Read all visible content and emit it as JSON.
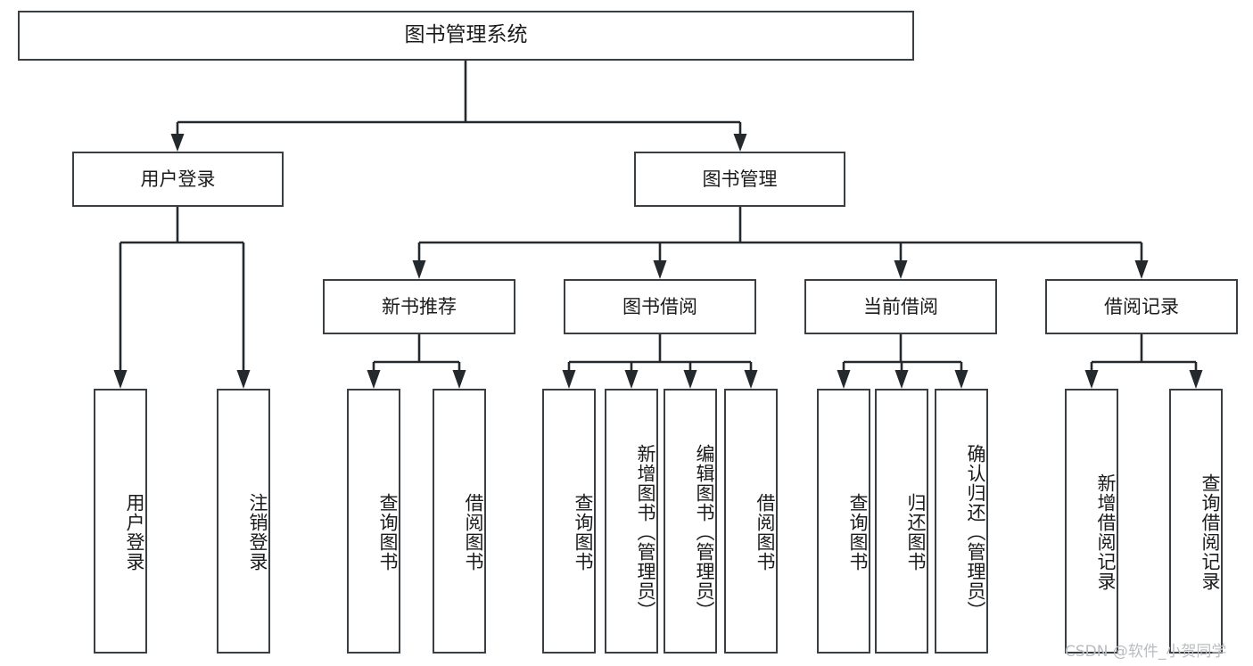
{
  "diagram": {
    "type": "hierarchy-tree",
    "title": "图书管理系统",
    "orientation": "top-down",
    "levels": 4,
    "colors": {
      "box_border": "#3a3f44",
      "connector": "#24292e",
      "box_fill": "#ffffff",
      "background": "#ffffff",
      "watermark": "#b9bcc0"
    }
  },
  "root": {
    "id": "root",
    "label": "图书管理系统"
  },
  "branches": [
    {
      "id": "user-login",
      "label": "用户登录",
      "leaves": [
        {
          "id": "user-login-do",
          "label": "用户登录"
        },
        {
          "id": "user-logout",
          "label": "注销登录"
        }
      ]
    },
    {
      "id": "book-management",
      "label": "图书管理",
      "children": [
        {
          "id": "new-book-recommend",
          "label": "新书推荐",
          "leaves": [
            {
              "id": "query-book-1",
              "label": "查询图书"
            },
            {
              "id": "borrow-book-1",
              "label": "借阅图书"
            }
          ]
        },
        {
          "id": "book-borrow",
          "label": "图书借阅",
          "leaves": [
            {
              "id": "query-book-2",
              "label": "查询图书"
            },
            {
              "id": "add-book",
              "label": "新增图书（管理员）"
            },
            {
              "id": "edit-book",
              "label": "编辑图书（管理员）"
            },
            {
              "id": "borrow-book-2",
              "label": "借阅图书"
            }
          ]
        },
        {
          "id": "current-borrow",
          "label": "当前借阅",
          "leaves": [
            {
              "id": "query-book-3",
              "label": "查询图书"
            },
            {
              "id": "return-book",
              "label": "归还图书"
            },
            {
              "id": "confirm-return",
              "label": "确认归还（管理员）"
            }
          ]
        },
        {
          "id": "borrow-record",
          "label": "借阅记录",
          "leaves": [
            {
              "id": "add-borrow-record",
              "label": "新增借阅记录"
            },
            {
              "id": "query-borrow-record",
              "label": "查询借阅记录"
            }
          ]
        }
      ]
    }
  ],
  "watermark": {
    "text": "CSDN @软件_小贺同学"
  }
}
